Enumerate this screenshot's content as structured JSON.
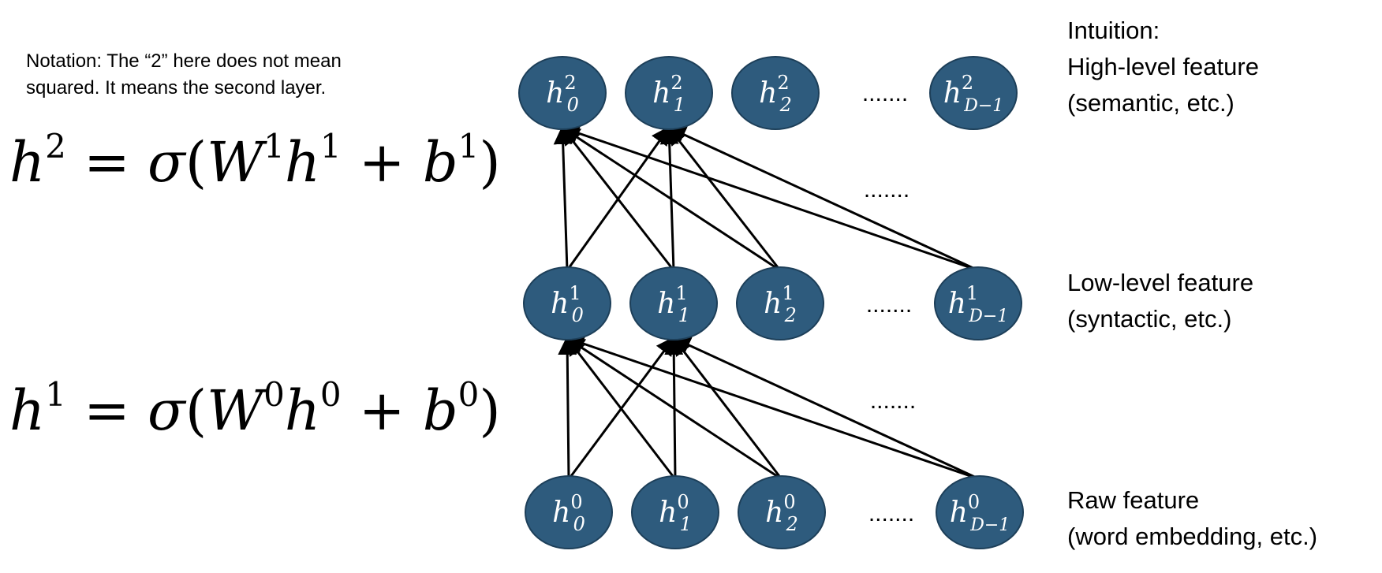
{
  "note": "Notation: The “2” here does not mean\nsquared. It means the second layer.",
  "equations": {
    "top": {
      "lhs": "h",
      "lhs_sup": "2",
      "eq": "=",
      "sigma": "σ",
      "open": "(",
      "w": "W",
      "w_sup": "1",
      "h": "h",
      "h_sup": "1",
      "plus": "+",
      "b": "b",
      "b_sup": "1",
      "close": ")"
    },
    "bottom": {
      "lhs": "h",
      "lhs_sup": "1",
      "eq": "=",
      "sigma": "σ",
      "open": "(",
      "w": "W",
      "w_sup": "0",
      "h": "h",
      "h_sup": "0",
      "plus": "+",
      "b": "b",
      "b_sup": "0",
      "close": ")"
    }
  },
  "layer_labels": {
    "top": "Intuition:\nHigh-level feature\n(semantic, etc.)",
    "middle": "Low-level feature\n(syntactic, etc.)",
    "bottom": "Raw feature\n(word embedding, etc.)"
  },
  "layers": [
    {
      "id": "layer2",
      "layer": "2",
      "nodes": [
        "0",
        "1",
        "2",
        "D−1"
      ],
      "ellipsis": "......."
    },
    {
      "id": "layer1",
      "layer": "1",
      "nodes": [
        "0",
        "1",
        "2",
        "D−1"
      ],
      "ellipsis": "......."
    },
    {
      "id": "layer0",
      "layer": "0",
      "nodes": [
        "0",
        "1",
        "2",
        "D−1"
      ],
      "ellipsis": "......."
    }
  ],
  "edge_ellipses": [
    "......."
  ],
  "colors": {
    "node_fill": "#2e5b7d",
    "node_stroke": "#1d3f59",
    "node_text": "#ffffff",
    "edge": "#000000"
  }
}
